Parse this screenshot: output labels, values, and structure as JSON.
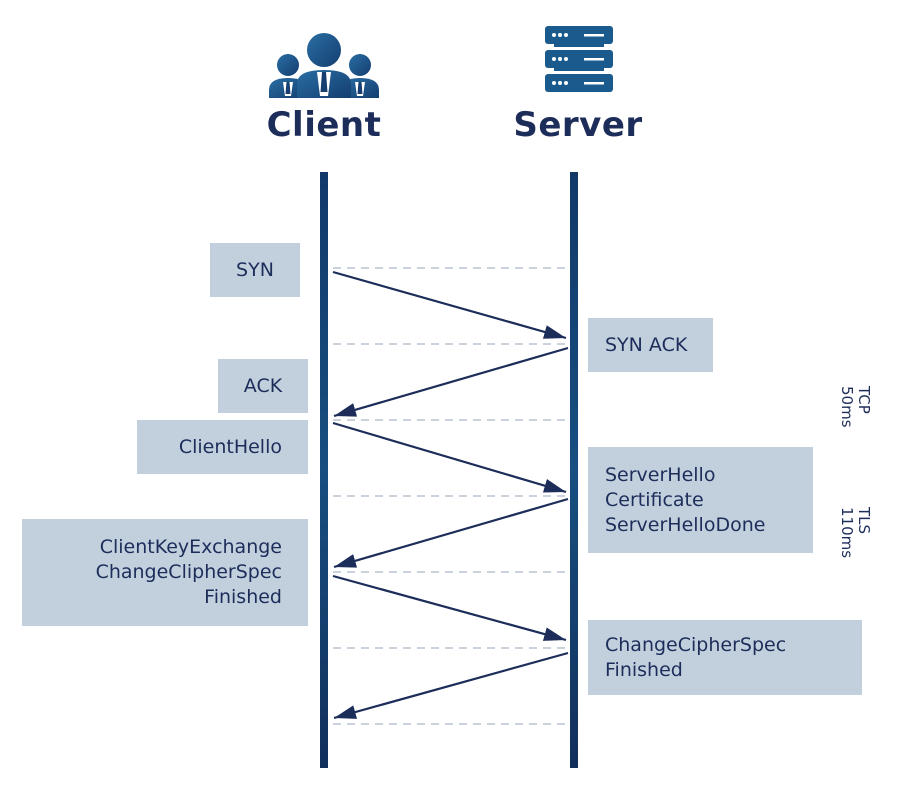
{
  "actors": {
    "client": {
      "label": "Client",
      "icon": "users-group-icon"
    },
    "server": {
      "label": "Server",
      "icon": "server-rack-icon"
    }
  },
  "colors": {
    "primary_dark": "#1d2d5a",
    "lifeline": "#174f80",
    "box_fill": "#c2d0de",
    "dashed_line": "#aeb8c8",
    "icon_blue": "#1b5a8c"
  },
  "messages": [
    {
      "side": "client",
      "lines": [
        "SYN"
      ],
      "direction": "client-to-server"
    },
    {
      "side": "server",
      "lines": [
        "SYN ACK"
      ],
      "direction": "server-to-client"
    },
    {
      "side": "client",
      "lines": [
        "ACK"
      ],
      "direction": "none"
    },
    {
      "side": "client",
      "lines": [
        "ClientHello"
      ],
      "direction": "client-to-server"
    },
    {
      "side": "server",
      "lines": [
        "ServerHello",
        "Certificate",
        "ServerHelloDone"
      ],
      "direction": "server-to-client"
    },
    {
      "side": "client",
      "lines": [
        "ClientKeyExchange",
        "ChangeClipherSpec",
        "Finished"
      ],
      "direction": "client-to-server"
    },
    {
      "side": "server",
      "lines": [
        "ChangeCipherSpec",
        "Finished"
      ],
      "direction": "server-to-client"
    }
  ],
  "phases": [
    {
      "name": "TCP",
      "duration": "50ms"
    },
    {
      "name": "TLS",
      "duration": "110ms"
    }
  ]
}
